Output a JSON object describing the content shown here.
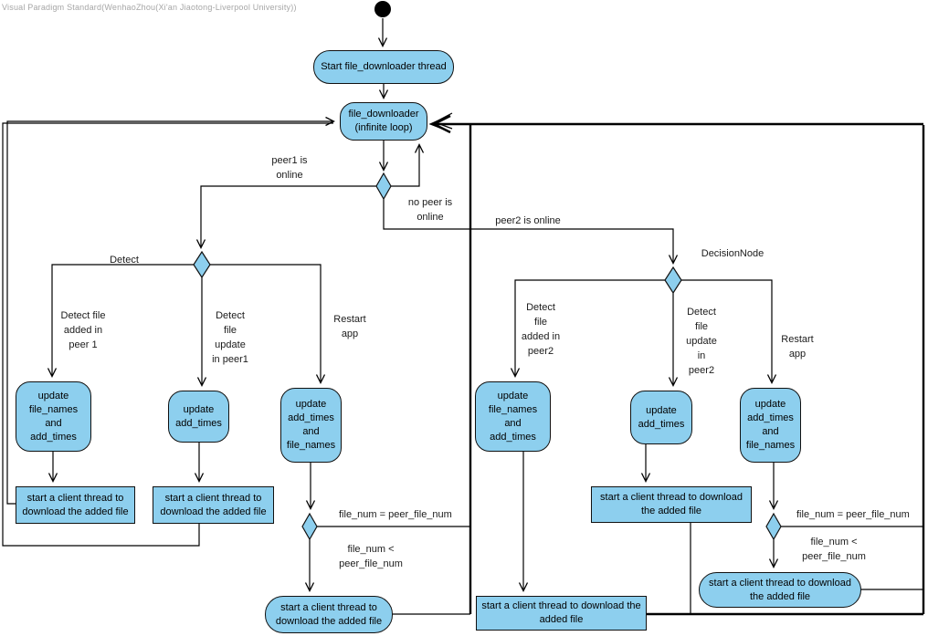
{
  "watermark": "Visual Paradigm Standard(WenhaoZhou(Xi'an Jiaotong-Liverpool University))",
  "colors": {
    "node_fill": "#8dcfee",
    "node_border": "#111111",
    "line_color": "#000000",
    "label_color": "#1b1b1b",
    "watermark_color": "#a6a6a6"
  },
  "nodes": {
    "start_thread": "Start file_downloader thread",
    "file_downloader": "file_downloader\n(infinite loop)",
    "left_update_names_times": "update\nfile_names\nand\nadd_times",
    "left_update_times": "update\nadd_times",
    "left_update_times_names": "update\nadd_times\nand\nfile_names",
    "left_client_thread_1": "start a client thread to\ndownload the added file",
    "left_client_thread_2": "start a client thread to\ndownload the added file",
    "left_client_thread_3": "start a client thread to\ndownload the added file",
    "right_update_names_times": "update\nfile_names\nand\nadd_times",
    "right_update_times": "update\nadd_times",
    "right_update_times_names": "update\nadd_times\nand\nfile_names",
    "right_client_thread_1": "start a client thread to download\nthe added file",
    "mid_client_thread": "start a client thread to download the\nadded file",
    "right_client_thread_2": "start a client thread to download\nthe added file"
  },
  "edge_labels": {
    "peer1_online": "peer1 is\nonline",
    "no_peer_online": "no peer is\nonline",
    "peer2_online": "peer2 is online",
    "detect": "Detect",
    "decision_node": "DecisionNode",
    "left_detect_added": "Detect file\nadded in\npeer 1",
    "left_detect_update": "Detect\nfile\nupdate\nin peer1",
    "left_restart": "Restart\napp",
    "right_detect_added": "Detect\nfile\nadded in\npeer2",
    "right_detect_update": "Detect\nfile\nupdate\nin\npeer2",
    "right_restart": "Restart\napp",
    "left_file_num_eq": "file_num = peer_file_num",
    "left_file_num_lt": "file_num <\npeer_file_num",
    "right_file_num_eq": "file_num = peer_file_num",
    "right_file_num_lt": "file_num <\npeer_file_num"
  }
}
